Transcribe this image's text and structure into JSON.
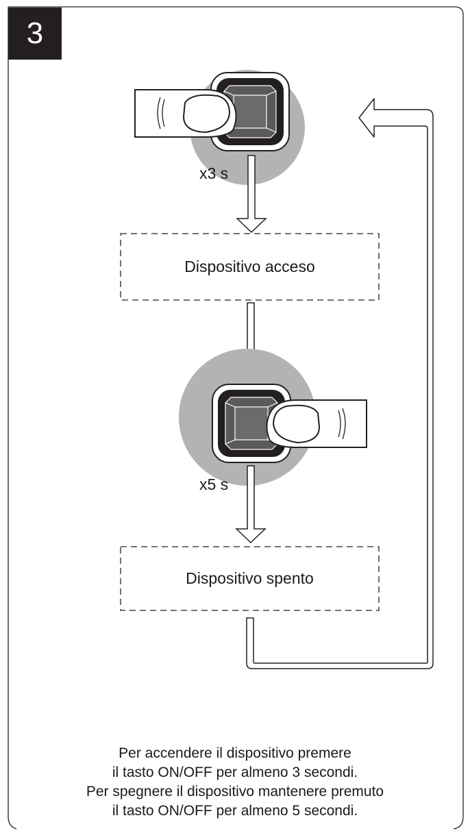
{
  "step": {
    "number": "3"
  },
  "timings": {
    "on_hold": "x3 s",
    "off_hold": "x5 s"
  },
  "states": {
    "on": "Dispositivo acceso",
    "off": "Dispositivo spento"
  },
  "caption": {
    "lines": [
      "Per accendere il dispositivo premere",
      "il tasto ON/OFF per almeno 3 secondi.",
      "Per spegnere il dispositivo mantenere premuto",
      "il tasto ON/OFF per almeno 5 secondi."
    ]
  },
  "colors": {
    "badge": "#231f20",
    "halo": "#b3b3b3",
    "button_dark": "#5a5a5a",
    "button_light": "#6b6b6b",
    "line": "#231f20"
  },
  "icons": {
    "button": "power-button-icon",
    "finger": "finger-press-icon",
    "arrow": "down-arrow-icon"
  }
}
